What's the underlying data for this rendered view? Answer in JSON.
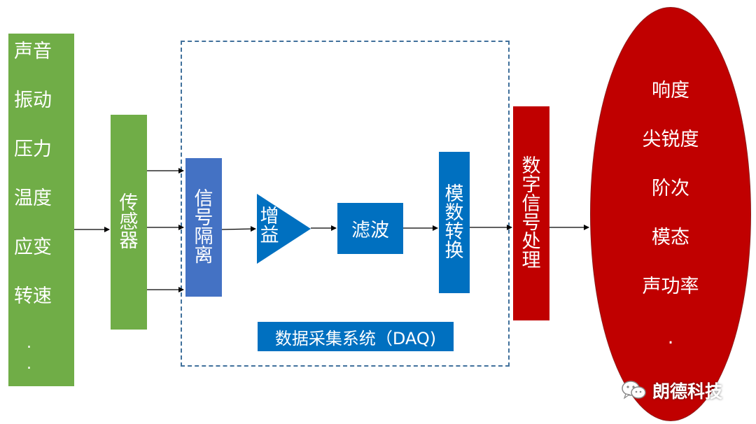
{
  "inputs": {
    "items": [
      "声音",
      "振动",
      "压力",
      "温度",
      "应变",
      "转速"
    ],
    "dots": [
      ".",
      ".",
      "."
    ]
  },
  "sensor": {
    "label": [
      "传",
      "感",
      "器"
    ]
  },
  "daq": {
    "isolation": [
      "信",
      "号",
      "隔",
      "离"
    ],
    "gain": [
      "增",
      "益"
    ],
    "filter": "滤波",
    "adc": [
      "模",
      "数",
      "转",
      "换"
    ],
    "label": "数据采集系统（DAQ)"
  },
  "dsp": {
    "label": [
      "数",
      "字",
      "信",
      "号",
      "处",
      "理"
    ]
  },
  "outputs": {
    "items": [
      "响度",
      "尖锐度",
      "阶次",
      "模态",
      "声功率",
      "."
    ]
  },
  "watermark": {
    "text": "朗德科技",
    "icon": "wechat-icon"
  },
  "colors": {
    "green": "#70ad47",
    "blue_isolation": "#4472c4",
    "blue_daq": "#0070c0",
    "red": "#c00000",
    "dashed_border": "#41719c"
  }
}
